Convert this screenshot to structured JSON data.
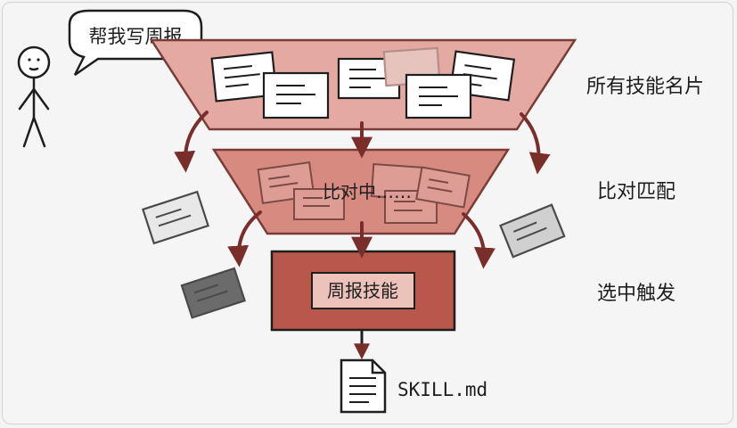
{
  "speech_bubble": "帮我写周报",
  "stage_labels": {
    "all_cards": "所有技能名片",
    "matching": "比对匹配",
    "selected": "选中触发"
  },
  "matching_text": "比对中……",
  "selected_skill": "周报技能",
  "output_file": "SKILL.md",
  "colors": {
    "funnel_top": "#e4a9a1",
    "funnel_mid": "#d78a80",
    "selected_box": "#b8574c",
    "arrow": "#7a2e2a",
    "card": "#ffffff",
    "card_gray_light": "#cfcfcf",
    "card_gray_dark": "#6b6b6b"
  }
}
